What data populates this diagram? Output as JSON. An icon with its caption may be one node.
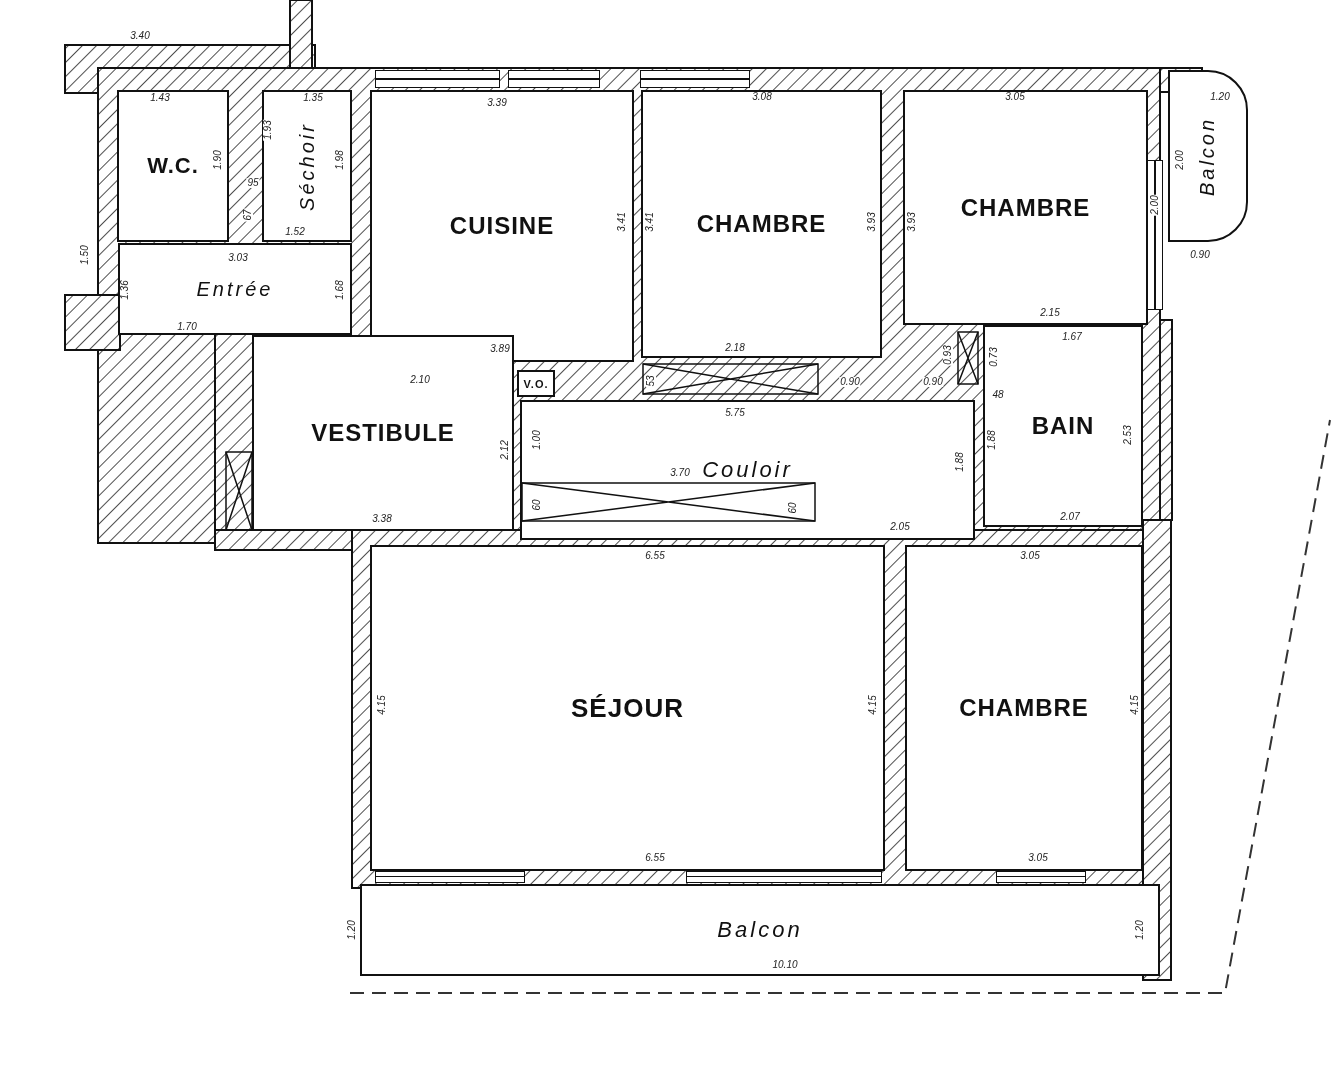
{
  "diagram": {
    "nodes": [
      {
        "text": [
          "W.C."
        ]
      },
      {
        "text": [
          "Séchoir"
        ]
      },
      {
        "text": [
          "CUISINE"
        ]
      },
      {
        "text": [
          "CHAMBRE"
        ]
      },
      {
        "text": [
          "CHAMBRE"
        ]
      },
      {
        "text": [
          "Balcon"
        ]
      },
      {
        "text": [
          "Entrée"
        ]
      },
      {
        "text": [
          "V.O."
        ]
      },
      {
        "text": [
          "VESTIBULE"
        ]
      },
      {
        "text": [
          "Couloir"
        ]
      },
      {
        "text": [
          "BAIN"
        ]
      },
      {
        "text": [
          "SÉJOUR"
        ]
      },
      {
        "text": [
          "CHAMBRE"
        ]
      },
      {
        "text": [
          "Balcon"
        ]
      }
    ],
    "labels": [
      "3.40",
      "1.43",
      "1.35",
      "3.39",
      "3.08",
      "3.05",
      "1.20",
      "1.93",
      "1.90",
      "1.98",
      "2.00",
      "2.00",
      "95",
      "67",
      "3.41",
      "3.41",
      "3.93",
      "3.93",
      "1.52",
      "0.90",
      "1.50",
      "3.03",
      "1.36",
      "1.68",
      "2.15",
      "1.70",
      "1.67",
      "3.89",
      "2.18",
      "0.93",
      "0.73",
      "2.10",
      "53",
      "0.90",
      "0.90",
      "48",
      "5.75",
      "2.12",
      "1.00",
      "1.88",
      "2.53",
      "1.88",
      "3.70",
      "60",
      "60",
      "3.38",
      "2.05",
      "2.07",
      "6.55",
      "3.05",
      "4.15",
      "4.15",
      "4.15",
      "6.55",
      "3.05",
      "1.20",
      "1.20",
      "10.10"
    ]
  }
}
